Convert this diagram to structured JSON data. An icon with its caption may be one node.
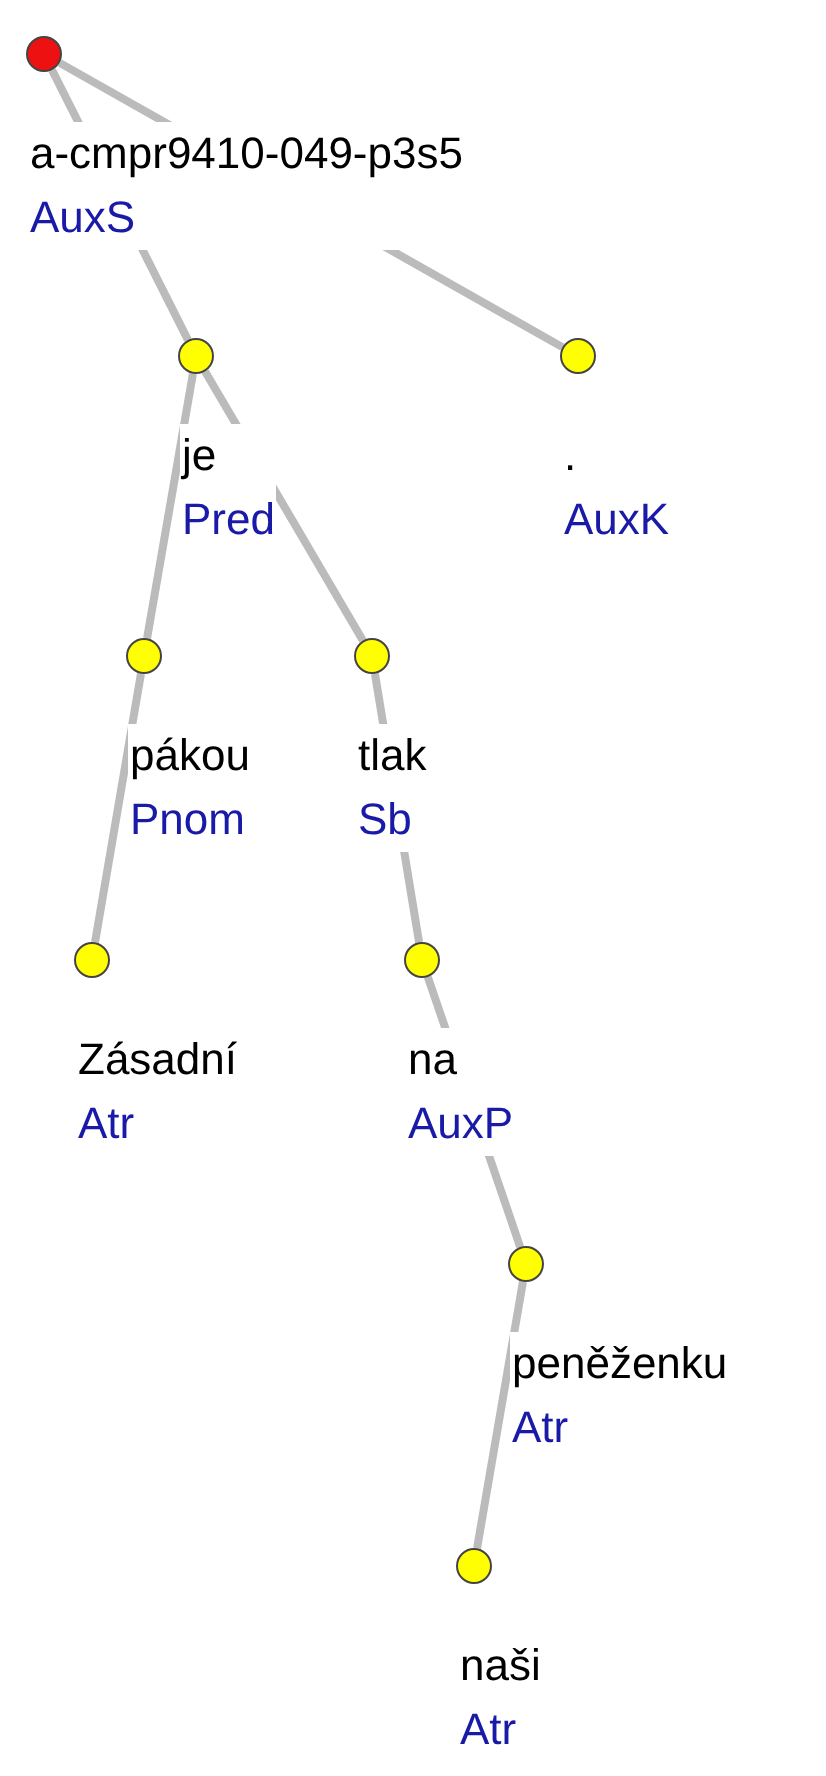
{
  "diagram": {
    "nodes": [
      {
        "text": [
          "a-cmpr9410-049-p3s5",
          "AuxS"
        ]
      },
      {
        "text": [
          "je",
          "Pred"
        ]
      },
      {
        "text": [
          ".",
          "AuxK"
        ]
      },
      {
        "text": [
          "pákou",
          "Pnom"
        ]
      },
      {
        "text": [
          "tlak",
          "Sb"
        ]
      },
      {
        "text": [
          "Zásadní",
          "Atr"
        ]
      },
      {
        "text": [
          "na",
          "AuxP"
        ]
      },
      {
        "text": [
          "peněženku",
          "Atr"
        ]
      },
      {
        "text": [
          "naši",
          "Atr"
        ]
      }
    ],
    "edges": [
      {
        "from": 0,
        "to": 1,
        "arrow": "none"
      },
      {
        "from": 0,
        "to": 2,
        "arrow": "none"
      },
      {
        "from": 1,
        "to": 3,
        "arrow": "none"
      },
      {
        "from": 1,
        "to": 4,
        "arrow": "none"
      },
      {
        "from": 3,
        "to": 5,
        "arrow": "none"
      },
      {
        "from": 4,
        "to": 6,
        "arrow": "none"
      },
      {
        "from": 6,
        "to": 7,
        "arrow": "none"
      },
      {
        "from": 7,
        "to": 8,
        "arrow": "none"
      }
    ]
  }
}
